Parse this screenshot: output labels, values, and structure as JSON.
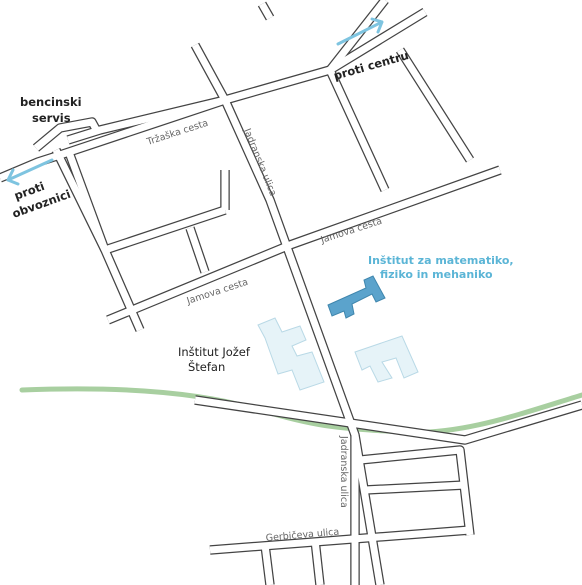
{
  "colors": {
    "road_casing": "#444444",
    "road_fill": "#ffffff",
    "greenway": "#a8cfa0",
    "arrow": "#7ec4e0",
    "highlight_building": "#5ba3cc",
    "highlight_text": "#5bb5d6",
    "other_building": "#e6f3f8",
    "other_building_outline": "#b9d9e6"
  },
  "labels": {
    "gas_station_l1": "bencinski",
    "gas_station_l2": "servis",
    "to_center": "proti centru",
    "to_bypass_l1": "proti",
    "to_bypass_l2": "obvoznici",
    "institute_math_l1": "Inštitut za matematiko,",
    "institute_math_l2": "fiziko in mehaniko",
    "institute_js_l1": "Inštitut Jožef",
    "institute_js_l2": "Štefan"
  },
  "streets": {
    "trzaska": "Tržaška cesta",
    "jadranska_north": "Jadranska ulica",
    "jamova_east": "Jamova cesta",
    "jamova_west": "Jamova cesta",
    "jadranska_south": "Jadranska ulica",
    "gerbiceva": "Gerbičeva ulica"
  }
}
